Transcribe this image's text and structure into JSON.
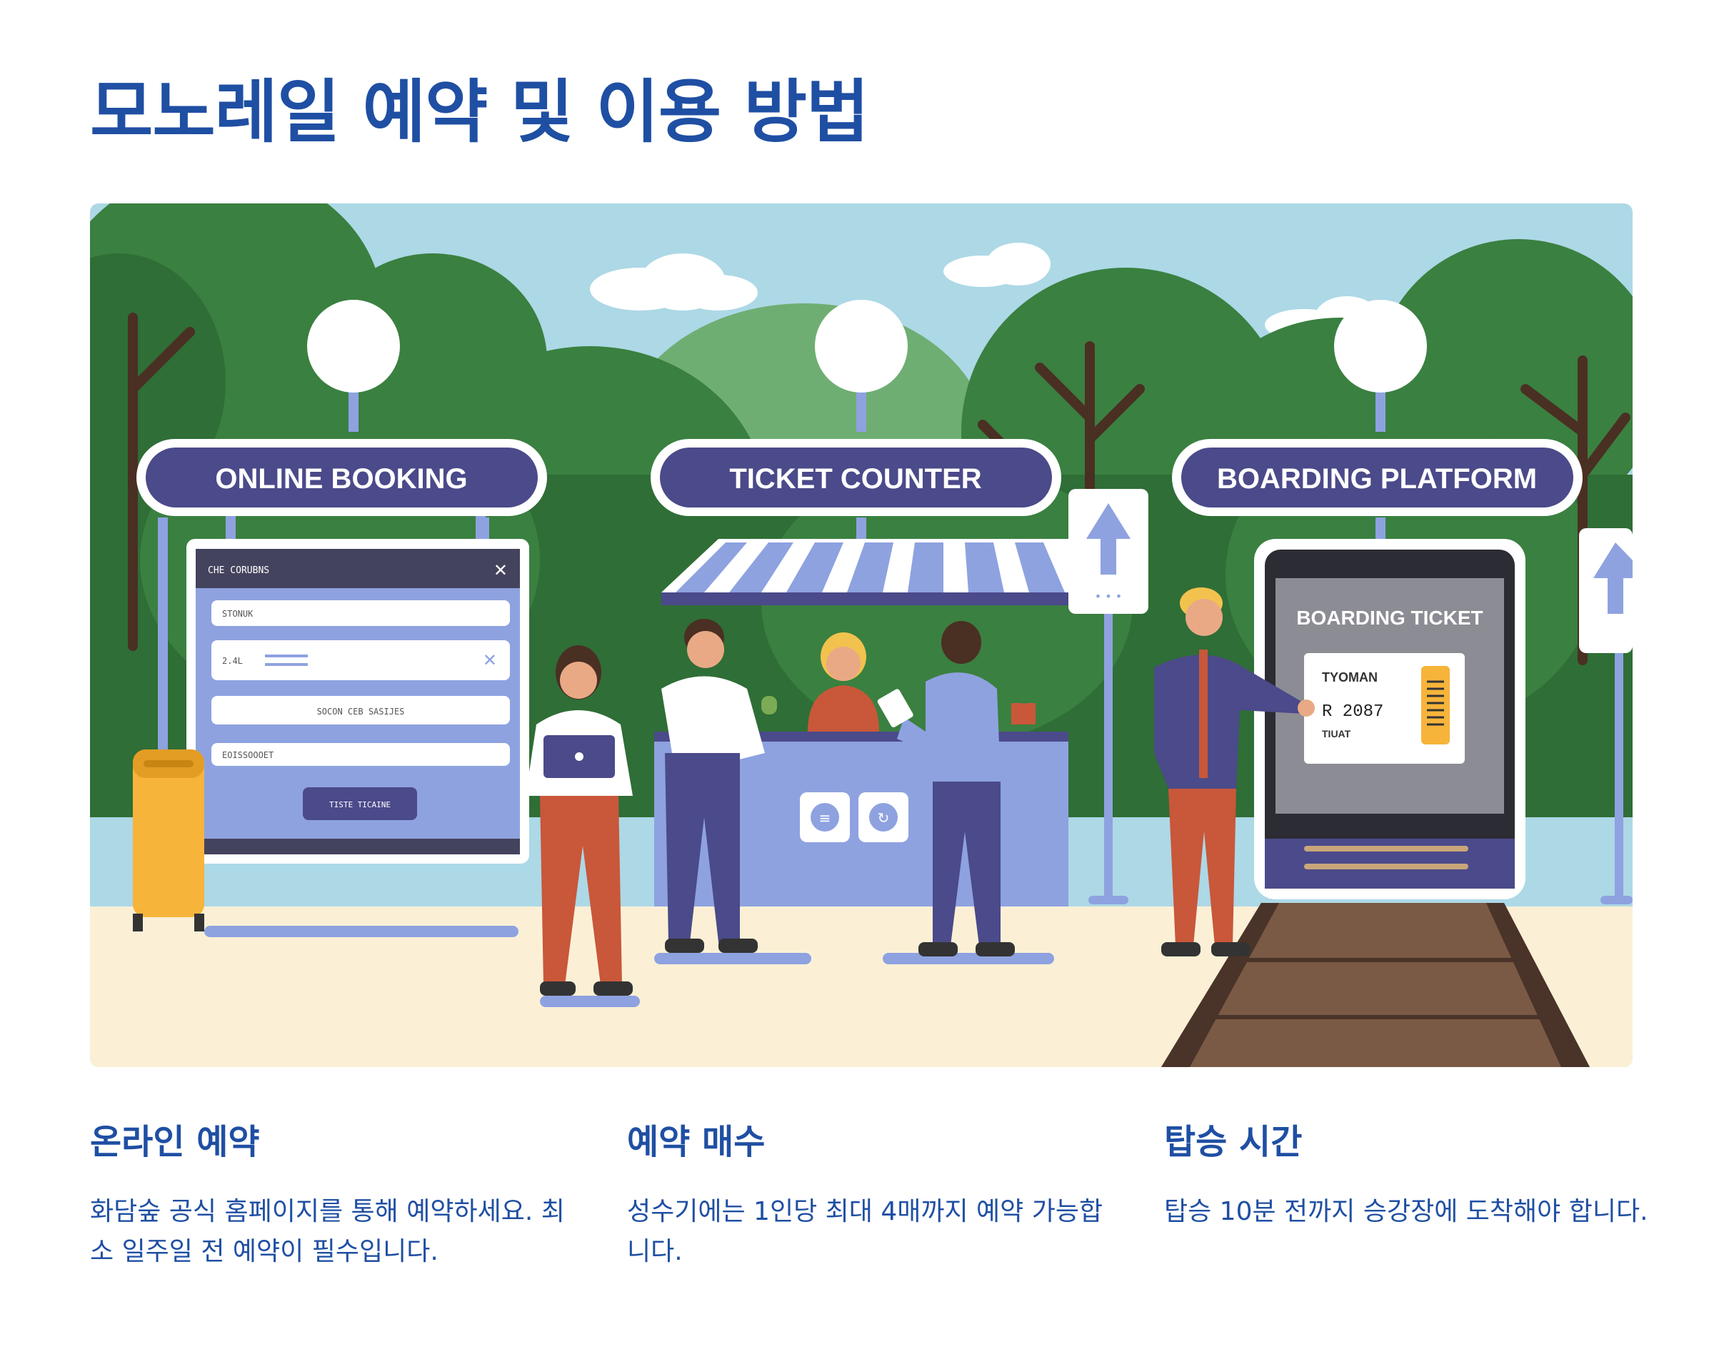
{
  "page": {
    "title": "모노레일 예약 및 이용 방법"
  },
  "illustration": {
    "signs": {
      "online": "ONLINE BOOKING",
      "counter": "TICKET COUNTER",
      "platform": "BOARDING PLATFORM"
    },
    "booking_screen": {
      "header": "CHE CORUBNS",
      "field_1": "STONUK",
      "field_2_prefix": "2.4L",
      "field_3": "SOCON CEB SASIJES",
      "field_4": "EOISSOOOET",
      "button": "TISTE TICAINE"
    },
    "boarding_ticket": {
      "heading": "BOARDING TICKET",
      "line_1": "TYOMAN",
      "line_2": "R 2087",
      "line_3": "TIUAT"
    },
    "colors": {
      "sign": "#4b4a8a",
      "tree": "#3a8040",
      "sky": "#add8e6",
      "ground": "#fbf0d6",
      "accent": "#f6b43a"
    }
  },
  "sections": [
    {
      "title": "온라인 예약",
      "body": "화담숲 공식 홈페이지를 통해 예약하세요. 최소 일주일 전 예약이 필수입니다."
    },
    {
      "title": "예약 매수",
      "body": "성수기에는 1인당 최대 4매까지 예약 가능합니다."
    },
    {
      "title": "탑승 시간",
      "body": "탑승 10분 전까지 승강장에 도착해야 합니다."
    }
  ]
}
